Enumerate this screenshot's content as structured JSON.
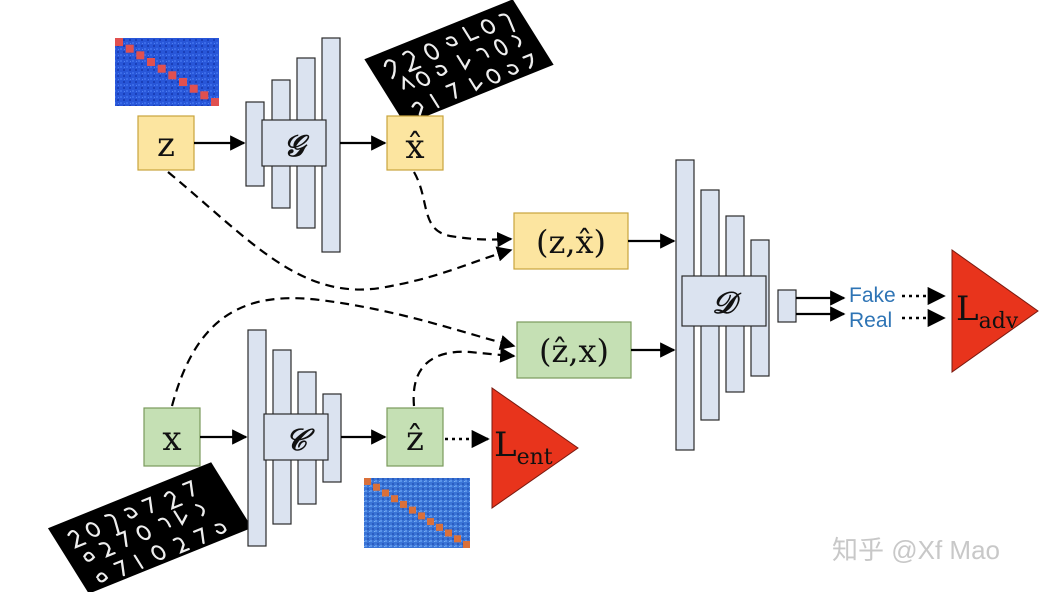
{
  "nodes": {
    "z": "z",
    "x_hat": "x̂",
    "x": "x",
    "z_hat": "ẑ",
    "pair_z_xhat": "(z,x̂)",
    "pair_zhat_x": "(ẑ,x)"
  },
  "networks": {
    "generator": "𝒢",
    "classifier": "𝒞",
    "discriminator": "𝒟"
  },
  "losses": {
    "adv_main": "L",
    "adv_sub": "adv",
    "ent_main": "L",
    "ent_sub": "ent"
  },
  "outputs": {
    "fake": "Fake",
    "real": "Real"
  },
  "watermark": "知乎 @Xf Mao",
  "colors": {
    "yellow_fill": "#fce5a0",
    "yellow_stroke": "#c9a43c",
    "green_fill": "#c5e0b4",
    "green_stroke": "#7a9a5c",
    "layer_fill": "#dbe3f0",
    "layer_stroke": "#2b2b2b",
    "loss_red": "#e8341c",
    "label_blue": "#2e74b5",
    "latent_blue": "#1f4fd6",
    "latent_red": "#e05050"
  },
  "images": {
    "latent_top": "latent-code-heatmap",
    "latent_bottom": "latent-code-heatmap",
    "mnist_generated": "mnist-generated-digits",
    "mnist_real": "mnist-real-digits"
  }
}
